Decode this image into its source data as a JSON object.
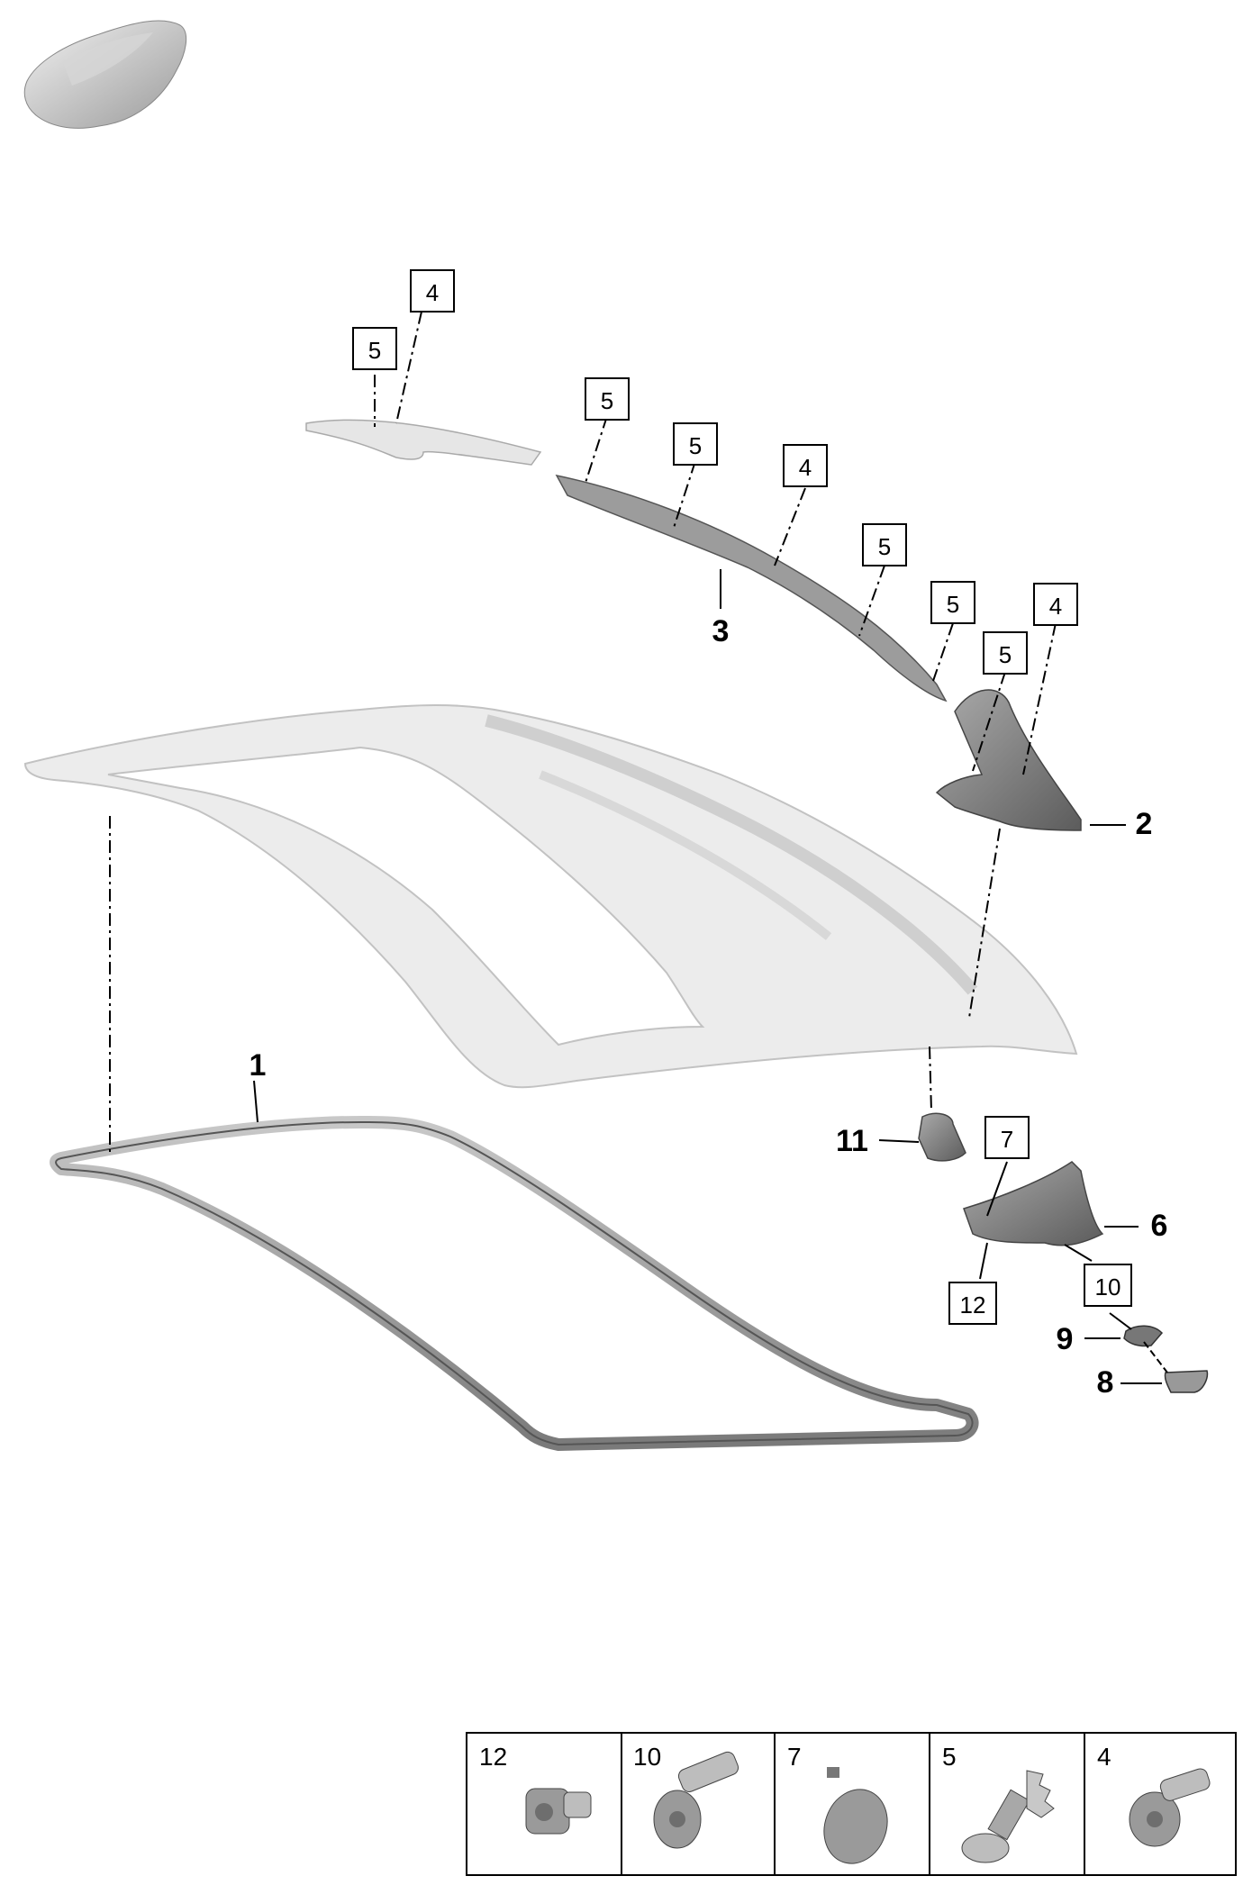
{
  "callouts_boxed": [
    {
      "label": "4",
      "part": "screw"
    },
    {
      "label": "5",
      "part": "clip"
    },
    {
      "label": "5",
      "part": "clip"
    },
    {
      "label": "5",
      "part": "clip"
    },
    {
      "label": "4",
      "part": "screw"
    },
    {
      "label": "5",
      "part": "clip"
    },
    {
      "label": "5",
      "part": "clip"
    },
    {
      "label": "4",
      "part": "screw"
    },
    {
      "label": "5",
      "part": "clip"
    },
    {
      "label": "7",
      "part": "cap"
    },
    {
      "label": "10",
      "part": "screw"
    },
    {
      "label": "12",
      "part": "bolt"
    }
  ],
  "callouts_bold": [
    "1",
    "2",
    "3",
    "6",
    "8",
    "9",
    "11"
  ],
  "legend": {
    "items": [
      {
        "label": "12",
        "icon": "bolt-icon"
      },
      {
        "label": "10",
        "icon": "screw-icon"
      },
      {
        "label": "7",
        "icon": "cap-icon"
      },
      {
        "label": "5",
        "icon": "clip-icon"
      },
      {
        "label": "4",
        "icon": "screw-icon"
      }
    ]
  },
  "colors": {
    "stroke": "#000000",
    "part_light": "#e4e4e4",
    "part_mid": "#b9b9b9",
    "part_dark": "#7d7d7d",
    "background": "#ffffff"
  }
}
